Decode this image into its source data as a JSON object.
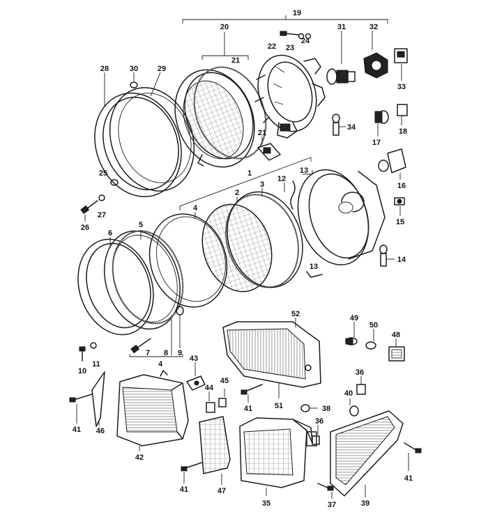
{
  "callouts": [
    {
      "id": "c19",
      "text": "19"
    },
    {
      "id": "c20",
      "text": "20"
    },
    {
      "id": "c21a",
      "text": "21"
    },
    {
      "id": "c22",
      "text": "22"
    },
    {
      "id": "c23",
      "text": "23"
    },
    {
      "id": "c24",
      "text": "24"
    },
    {
      "id": "c31",
      "text": "31"
    },
    {
      "id": "c32",
      "text": "32"
    },
    {
      "id": "c33",
      "text": "33"
    },
    {
      "id": "c28",
      "text": "28"
    },
    {
      "id": "c30",
      "text": "30"
    },
    {
      "id": "c29",
      "text": "29"
    },
    {
      "id": "c34",
      "text": "34"
    },
    {
      "id": "c17",
      "text": "17"
    },
    {
      "id": "c18",
      "text": "18"
    },
    {
      "id": "c21b",
      "text": "21"
    },
    {
      "id": "c25",
      "text": "25"
    },
    {
      "id": "c1",
      "text": "1"
    },
    {
      "id": "c13a",
      "text": "13"
    },
    {
      "id": "c12",
      "text": "12"
    },
    {
      "id": "c2",
      "text": "2"
    },
    {
      "id": "c3",
      "text": "3"
    },
    {
      "id": "c4a",
      "text": "4"
    },
    {
      "id": "c16",
      "text": "16"
    },
    {
      "id": "c26",
      "text": "26"
    },
    {
      "id": "c27",
      "text": "27"
    },
    {
      "id": "c15",
      "text": "15"
    },
    {
      "id": "c5",
      "text": "5"
    },
    {
      "id": "c6",
      "text": "6"
    },
    {
      "id": "c14",
      "text": "14"
    },
    {
      "id": "c13b",
      "text": "13"
    },
    {
      "id": "c52",
      "text": "52"
    },
    {
      "id": "c49",
      "text": "49"
    },
    {
      "id": "c50",
      "text": "50"
    },
    {
      "id": "c48",
      "text": "48"
    },
    {
      "id": "c7",
      "text": "7"
    },
    {
      "id": "c8",
      "text": "8"
    },
    {
      "id": "c9",
      "text": "9"
    },
    {
      "id": "c10",
      "text": "10"
    },
    {
      "id": "c11",
      "text": "11"
    },
    {
      "id": "c4b",
      "text": "4"
    },
    {
      "id": "c43",
      "text": "43"
    },
    {
      "id": "c36a",
      "text": "36"
    },
    {
      "id": "c45",
      "text": "45"
    },
    {
      "id": "c44",
      "text": "44"
    },
    {
      "id": "c41a",
      "text": "41"
    },
    {
      "id": "c46",
      "text": "46"
    },
    {
      "id": "c41b",
      "text": "41"
    },
    {
      "id": "c51",
      "text": "51"
    },
    {
      "id": "c40",
      "text": "40"
    },
    {
      "id": "c38",
      "text": "38"
    },
    {
      "id": "c42",
      "text": "42"
    },
    {
      "id": "c36b",
      "text": "36"
    },
    {
      "id": "c41c",
      "text": "41"
    },
    {
      "id": "c41d",
      "text": "41"
    },
    {
      "id": "c47",
      "text": "47"
    },
    {
      "id": "c35",
      "text": "35"
    },
    {
      "id": "c37",
      "text": "37"
    },
    {
      "id": "c39",
      "text": "39"
    }
  ]
}
